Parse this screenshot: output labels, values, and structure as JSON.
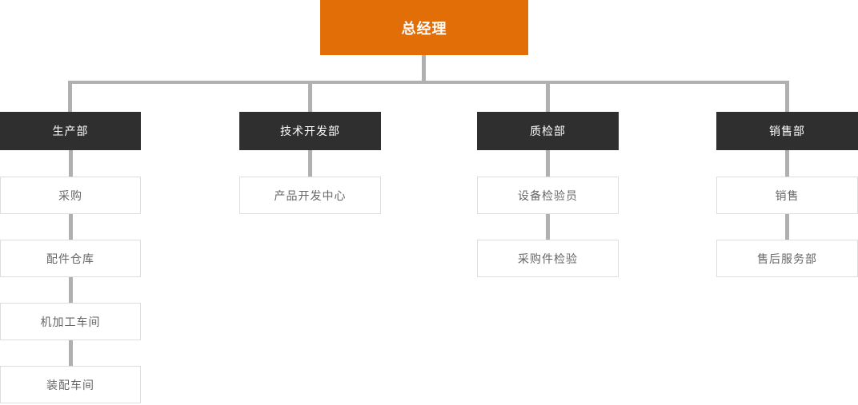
{
  "org_chart": {
    "type": "org-tree",
    "root": {
      "label": "总经理"
    },
    "departments": [
      {
        "label": "生产部",
        "children": [
          "采购",
          "配件仓库",
          "机加工车间",
          "装配车间"
        ]
      },
      {
        "label": "技术开发部",
        "children": [
          "产品开发中心"
        ]
      },
      {
        "label": "质检部",
        "children": [
          "设备检验员",
          "采购件检验"
        ]
      },
      {
        "label": "销售部",
        "children": [
          "销售",
          "售后服务部"
        ]
      }
    ],
    "colors": {
      "root_bg": "#E26E07",
      "dept_bg": "#2F2F2F",
      "connector": "#B0B0B0",
      "child_border": "#DDDDDD",
      "child_text": "#666666",
      "node_text": "#FFFFFF"
    }
  }
}
